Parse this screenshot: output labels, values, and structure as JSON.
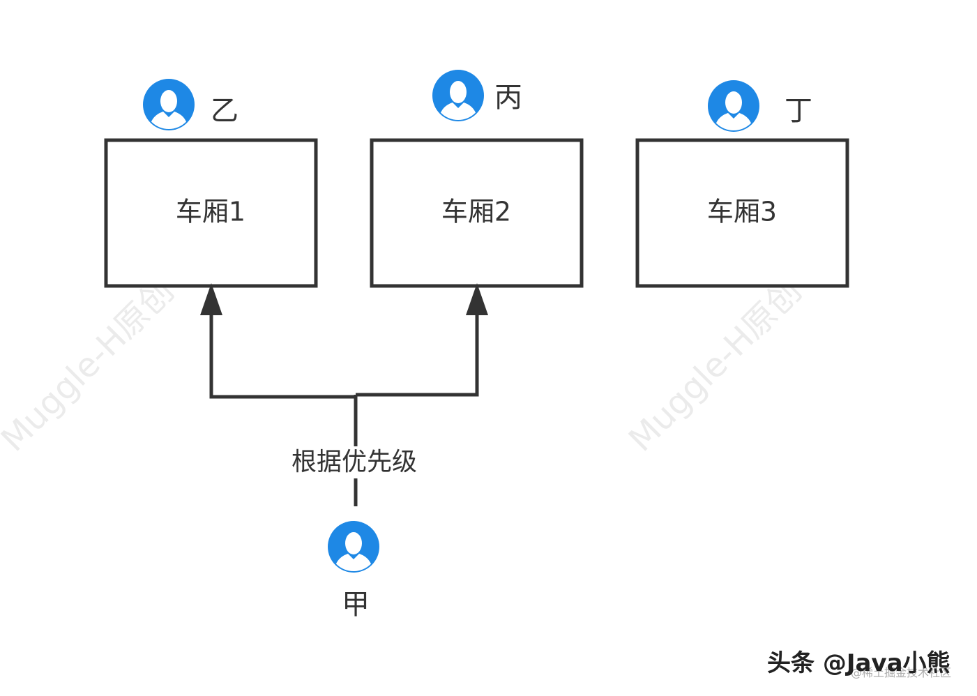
{
  "watermarks": [
    "Muggle-H原创",
    "Muggle-H原创"
  ],
  "carriages": [
    {
      "label": "车厢1"
    },
    {
      "label": "车厢2"
    },
    {
      "label": "车厢3"
    }
  ],
  "people": [
    {
      "label": "乙",
      "icon": "user-avatar-icon"
    },
    {
      "label": "丙",
      "icon": "user-avatar-icon"
    },
    {
      "label": "丁",
      "icon": "user-avatar-icon"
    },
    {
      "label": "甲",
      "icon": "user-avatar-icon"
    }
  ],
  "edge_label": "根据优先级",
  "footer": {
    "main": "头条 @Java小熊",
    "sub": "@稀土掘金技术社区"
  },
  "colors": {
    "avatar_blue": "#1e88e5",
    "line": "#333333"
  }
}
